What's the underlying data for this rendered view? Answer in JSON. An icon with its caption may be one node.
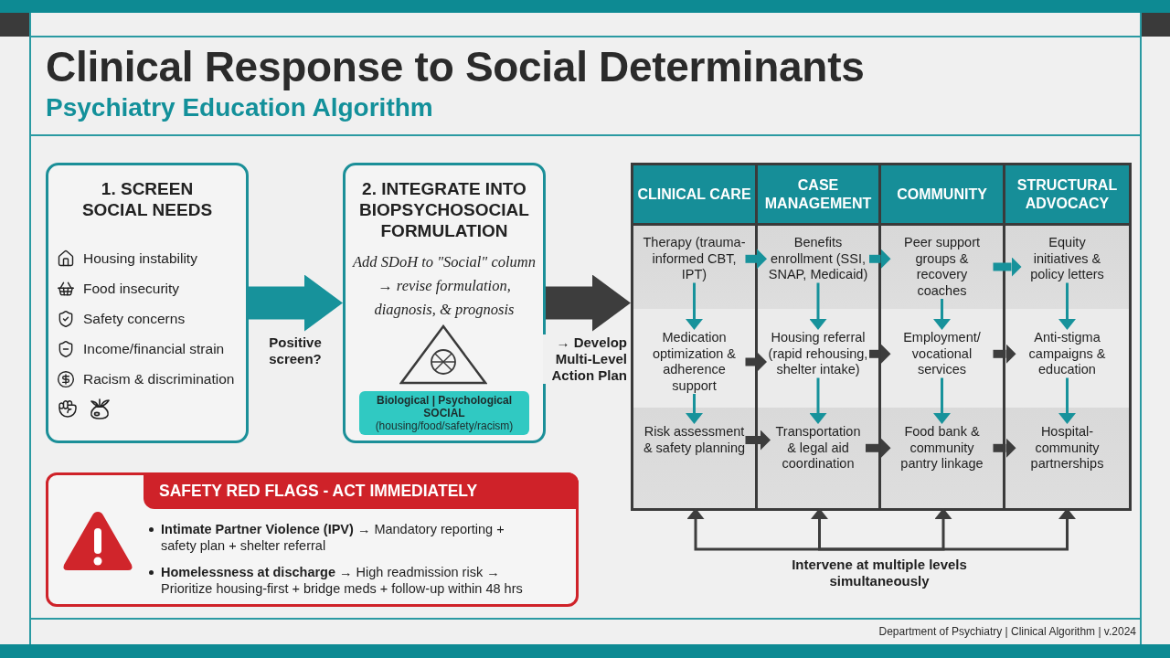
{
  "diagram": {
    "title": "Clinical Response to Social Determinants",
    "nodes": [
      {
        "text": [
          "1. SCREEN SOCIAL NEEDS",
          "Housing instability",
          "Food insecurity",
          "Safety concerns",
          "Income/financial strain",
          "Racism & discrimination"
        ]
      },
      {
        "text": [
          "2. INTEGRATE INTO BIOPSYCHOSOCIAL FORMULATION",
          "Add SDoH to \"Social\" column → revise formulation, diagnosis, & prognosis"
        ]
      },
      {
        "text": [
          "Biological | Psychological",
          "SOCIAL",
          "(housing/food/safety/racism)"
        ],
        "in": 1
      },
      {
        "text": [],
        "shape": "box"
      },
      {
        "text": [
          "CLINICAL CARE"
        ],
        "in": 3
      },
      {
        "text": [
          "Therapy (trauma-informed CBT, IPT)"
        ],
        "in": 4
      },
      {
        "text": [
          "Medication optimization & adherence support"
        ],
        "in": 4
      },
      {
        "text": [
          "Risk assessment & safety planning"
        ],
        "in": 4
      },
      {
        "text": [
          "CASE MANAGEMENT"
        ],
        "in": 3
      },
      {
        "text": [
          "Benefits enrollment (SSI, SNAP, Medicaid)"
        ],
        "in": 8
      },
      {
        "text": [
          "Housing referral (rapid rehousing, shelter intake)"
        ],
        "in": 8
      },
      {
        "text": [
          "Transportation & legal aid coordination"
        ],
        "in": 8
      },
      {
        "text": [
          "COMMUNITY"
        ],
        "in": 3
      },
      {
        "text": [
          "Peer support groups & recovery coaches"
        ],
        "in": 12
      },
      {
        "text": [
          "Employment/ vocational services"
        ],
        "in": 12
      },
      {
        "text": [
          "Food bank & community pantry linkage"
        ],
        "in": 12
      },
      {
        "text": [
          "STRUCTURAL ADVOCACY"
        ],
        "in": 3
      },
      {
        "text": [
          "Equity initiatives & policy letters"
        ],
        "in": 16
      },
      {
        "text": [
          "Anti-stigma campaigns & education"
        ],
        "in": 16
      },
      {
        "text": [
          "Hospital-community partnerships"
        ],
        "in": 16
      },
      {
        "text": [
          "Intervene at multiple levels simultaneously"
        ]
      },
      {
        "text": [
          "SAFETY RED FLAGS - ACT IMMEDIATELY",
          "**Intimate Partner Violence (IPV)** → Mandatory reporting + safety plan + shelter referral",
          "**Homelessness at discharge** → High readmission risk → Prioritize housing-first + bridge meds + follow-up within 48 hrs"
        ]
      }
    ],
    "edges": [
      {
        "from": 0,
        "to": 1,
        "arrow": "to",
        "style": "thick",
        "label": "Positive screen?"
      },
      {
        "from": 1,
        "to": 3,
        "arrow": "to",
        "style": "thick",
        "color": "#3d3d3d",
        "label": "→ Develop Multi-Level Action Plan"
      },
      {
        "from": 5,
        "to": 9,
        "arrow": "to",
        "style": "thick"
      },
      {
        "from": 9,
        "to": 13,
        "arrow": "to",
        "style": "thick"
      },
      {
        "from": 13,
        "to": 17,
        "arrow": "to",
        "style": "thick"
      },
      {
        "from": 6,
        "to": 10,
        "arrow": "to",
        "style": "thick",
        "color": "#3d3d3d"
      },
      {
        "from": 10,
        "to": 14,
        "arrow": "to",
        "style": "thick",
        "color": "#3d3d3d"
      },
      {
        "from": 14,
        "to": 18,
        "arrow": "to",
        "style": "thick",
        "color": "#3d3d3d"
      },
      {
        "from": 7,
        "to": 11,
        "arrow": "to",
        "style": "thick",
        "color": "#3d3d3d"
      },
      {
        "from": 11,
        "to": 15,
        "arrow": "to",
        "style": "thick",
        "color": "#3d3d3d"
      },
      {
        "from": 15,
        "to": 19,
        "arrow": "to",
        "style": "thick",
        "color": "#3d3d3d"
      },
      {
        "from": 5,
        "to": 6,
        "arrow": "to"
      },
      {
        "from": 6,
        "to": 7,
        "arrow": "to"
      },
      {
        "from": 9,
        "to": 10,
        "arrow": "to"
      },
      {
        "from": 10,
        "to": 11,
        "arrow": "to"
      },
      {
        "from": 13,
        "to": 14,
        "arrow": "to"
      },
      {
        "from": 14,
        "to": 15,
        "arrow": "to"
      },
      {
        "from": 17,
        "to": 18,
        "arrow": "to"
      },
      {
        "from": 18,
        "to": 19,
        "arrow": "to"
      },
      {
        "from": 20,
        "to": 4,
        "arrow": "to",
        "color": "#3d3d3d"
      },
      {
        "from": 20,
        "to": 8,
        "arrow": "to",
        "color": "#3d3d3d"
      },
      {
        "from": 20,
        "to": 12,
        "arrow": "to",
        "color": "#3d3d3d"
      },
      {
        "from": 20,
        "to": 16,
        "arrow": "to",
        "color": "#3d3d3d"
      }
    ],
    "labels": [
      "Psychiatry Education Algorithm",
      "Department of Psychiatry | Clinical Algorithm | v.2024"
    ]
  }
}
